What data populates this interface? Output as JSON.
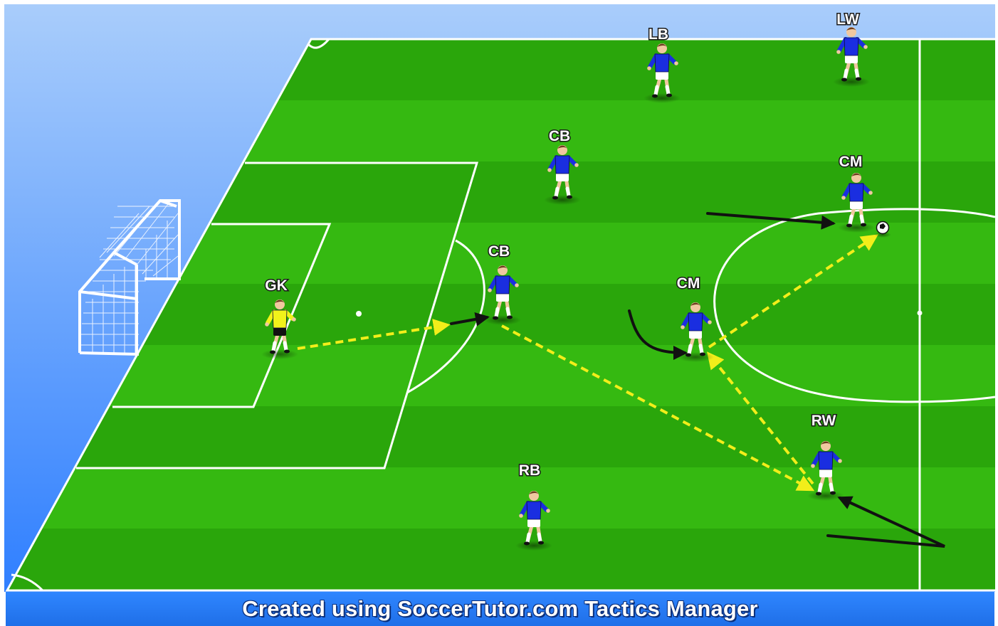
{
  "credit": "Created using SoccerTutor.com Tactics Manager",
  "colors": {
    "grass_light": "#33b80f",
    "grass_dark": "#27a10a",
    "sky_top": "#a9cdfb",
    "sky_bottom": "#2f7fff",
    "pass_arrow": "#f2ee1a",
    "run_arrow": "#111111",
    "home_kit": "#1a2ee0",
    "keeper_kit": "#f2f21a"
  },
  "players": [
    {
      "id": "gk",
      "label": "GK",
      "team": "keeper"
    },
    {
      "id": "cb1",
      "label": "CB",
      "team": "home"
    },
    {
      "id": "cb2",
      "label": "CB",
      "team": "home"
    },
    {
      "id": "lb",
      "label": "LB",
      "team": "home"
    },
    {
      "id": "lw",
      "label": "LW",
      "team": "home"
    },
    {
      "id": "cm1",
      "label": "CM",
      "team": "home"
    },
    {
      "id": "cm2",
      "label": "CM",
      "team": "home"
    },
    {
      "id": "rw",
      "label": "RW",
      "team": "home"
    },
    {
      "id": "rb",
      "label": "RB",
      "team": "home"
    }
  ],
  "passes": [
    "gk-cb2",
    "cb2-rw",
    "rw-cm2",
    "cm2-cm1"
  ],
  "runs": [
    "cb2-run",
    "cm1-run",
    "cm2-run",
    "rw-run"
  ],
  "icons": [
    "goal-icon",
    "ball-icon"
  ]
}
